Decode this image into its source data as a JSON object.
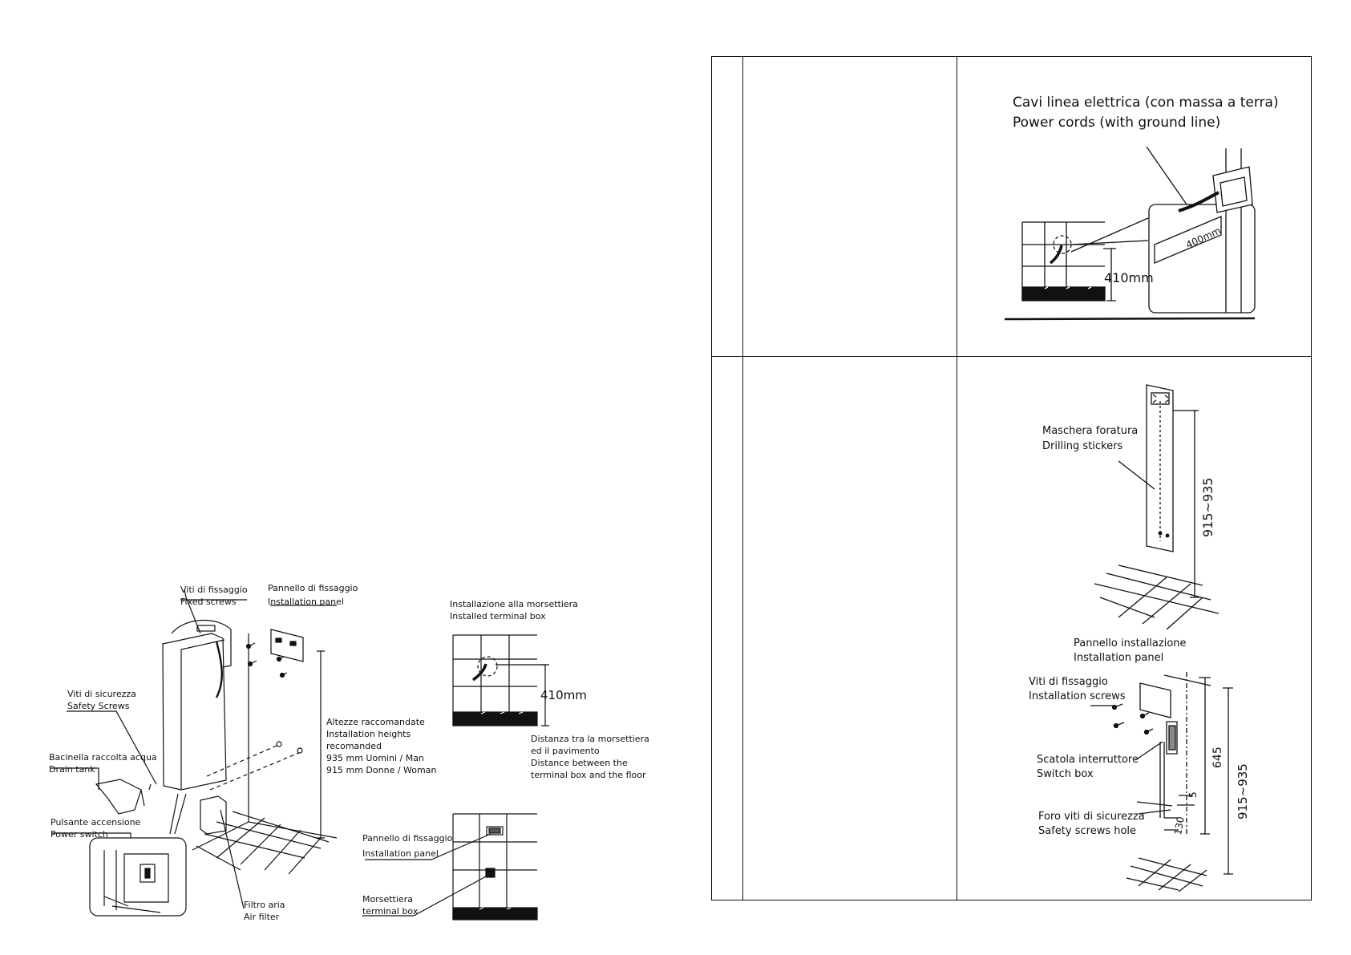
{
  "left_panel": {
    "fixed_screws": [
      "Viti di fissaggio",
      "Fixed screws"
    ],
    "installation_panel": [
      "Pannello di fissaggio",
      "Installation panel"
    ],
    "safety_screws": [
      "Viti di sicurezza",
      "Safety Screws"
    ],
    "drain_tank": [
      "Bacinella raccolta acqua",
      "Drain tank"
    ],
    "power_switch": [
      "Pulsante accensione",
      "Power switch"
    ],
    "air_filter": [
      "Filtro aria",
      "Air filter"
    ],
    "heights": [
      "Altezze raccomandate",
      "Installation heights",
      "recomanded",
      "935 mm Uomini / Man",
      "915 mm Donne / Woman"
    ],
    "terminal_box_title": [
      "Installazione alla morsettiera",
      "Installed terminal box"
    ],
    "terminal_dim": "410mm",
    "distance_note": [
      "Distanza tra la morsettiera",
      "ed il pavimento",
      "Distance between the",
      "terminal box and the floor"
    ],
    "panel_label": [
      "Pannello di fissaggio",
      "Installation panel"
    ],
    "terminal_label": [
      "Morsettiera",
      "terminal box"
    ]
  },
  "right_table": {
    "row1": {
      "power_cords": [
        "Cavi linea elettrica (con massa a terra)",
        "Power cords (with ground line)"
      ],
      "dim_400": "400mm",
      "dim_410": "410mm"
    },
    "row2": {
      "drilling": [
        "Maschera foratura",
        "Drilling stickers"
      ],
      "height_range": "915~935",
      "panel": [
        "Pannello installazione",
        "Installation panel"
      ],
      "screws": [
        "Viti di fissaggio",
        "Installation screws"
      ],
      "switch_box": [
        "Scatola interruttore",
        "Switch box"
      ],
      "safety_hole": [
        "Foro viti di sicurezza",
        "Safety screws hole"
      ],
      "dim_645": "645",
      "dim_5": "5",
      "dim_130": "130",
      "dim_range2": "915~935"
    }
  }
}
